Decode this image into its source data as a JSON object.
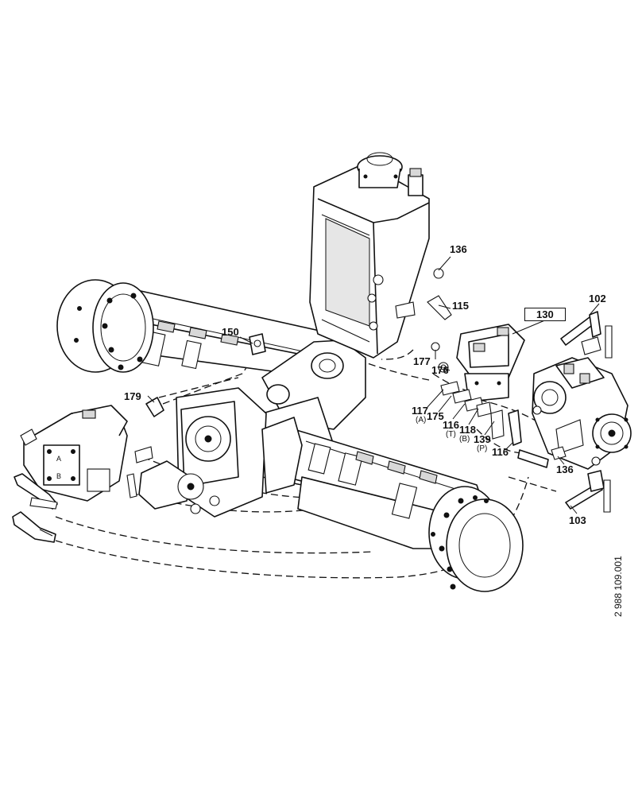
{
  "callouts": {
    "c136a": "136",
    "c115": "115",
    "c130": "130",
    "c102": "102",
    "c150": "150",
    "c177": "177",
    "c176": "176",
    "c179": "179",
    "c117": "117",
    "c175": "175",
    "c116a": "116",
    "c118": "118",
    "c139": "139",
    "c116b": "116",
    "c136b": "136",
    "c103": "103"
  },
  "port_labels": {
    "A": "(A)",
    "T": "(T)",
    "B": "(B)",
    "P": "(P)"
  },
  "motor_marks": {
    "A": "A",
    "B": "B"
  },
  "drawing_reference": "2 988 109.001"
}
